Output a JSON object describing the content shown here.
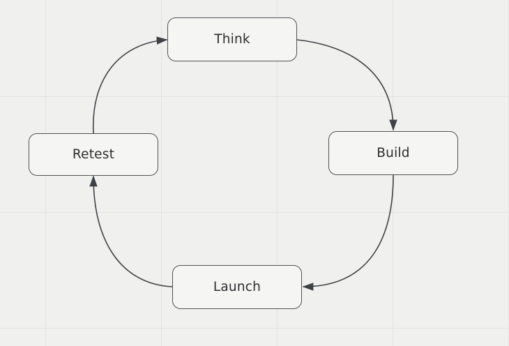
{
  "canvas": {
    "background": "#f0f0ee",
    "grid_color": "#e3e3e0",
    "node_fill": "#f5f5f3",
    "node_border": "#4f5256",
    "arrow_color": "#3e4145",
    "text_color": "#2c2d2f"
  },
  "diagram": {
    "type": "cycle-flowchart",
    "nodes": [
      {
        "id": "think",
        "label": "Think"
      },
      {
        "id": "build",
        "label": "Build"
      },
      {
        "id": "launch",
        "label": "Launch"
      },
      {
        "id": "retest",
        "label": "Retest"
      }
    ],
    "edges": [
      {
        "from": "think",
        "to": "build"
      },
      {
        "from": "build",
        "to": "launch"
      },
      {
        "from": "launch",
        "to": "retest"
      },
      {
        "from": "retest",
        "to": "think"
      }
    ]
  }
}
